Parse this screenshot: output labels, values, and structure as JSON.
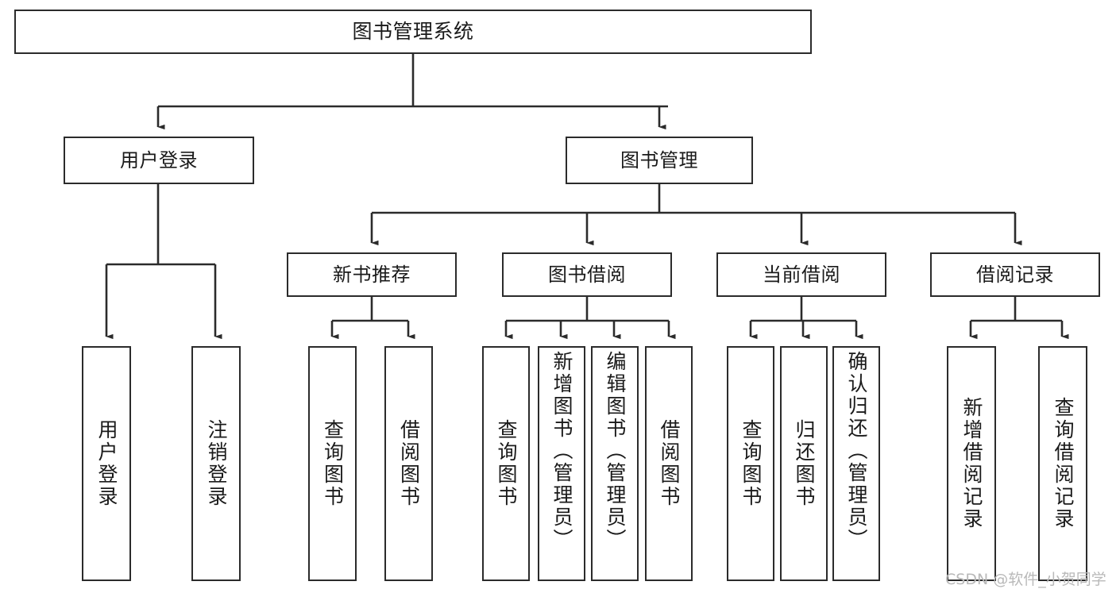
{
  "diagram": {
    "title": "图书管理系统",
    "type": "function-structure-tree",
    "stroke_color": "#2b2b2b",
    "background_color": "#ffffff",
    "text_color": "#1a1a1a",
    "watermark": {
      "text": "CSDN @软件_小贺同学",
      "color": "#b9b9b9"
    },
    "root": {
      "label": "图书管理系统"
    },
    "level2": [
      {
        "label": "用户登录"
      },
      {
        "label": "图书管理"
      }
    ],
    "level3": [
      {
        "label": "新书推荐"
      },
      {
        "label": "图书借阅"
      },
      {
        "label": "当前借阅"
      },
      {
        "label": "借阅记录"
      }
    ],
    "leaves": {
      "user_login": [
        {
          "label": "用户登录"
        },
        {
          "label": "注销登录"
        }
      ],
      "new_book_recommend": [
        {
          "label": "查询图书"
        },
        {
          "label": "借阅图书"
        }
      ],
      "book_borrow": [
        {
          "label": "查询图书"
        },
        {
          "label": "新增图书（管理员）"
        },
        {
          "label": "编辑图书（管理员）"
        },
        {
          "label": "借阅图书"
        }
      ],
      "current_borrow": [
        {
          "label": "查询图书"
        },
        {
          "label": "归还图书"
        },
        {
          "label": "确认归还（管理员）"
        }
      ],
      "borrow_record": [
        {
          "label": "新增借阅记录"
        },
        {
          "label": "查询借阅记录"
        }
      ]
    }
  }
}
